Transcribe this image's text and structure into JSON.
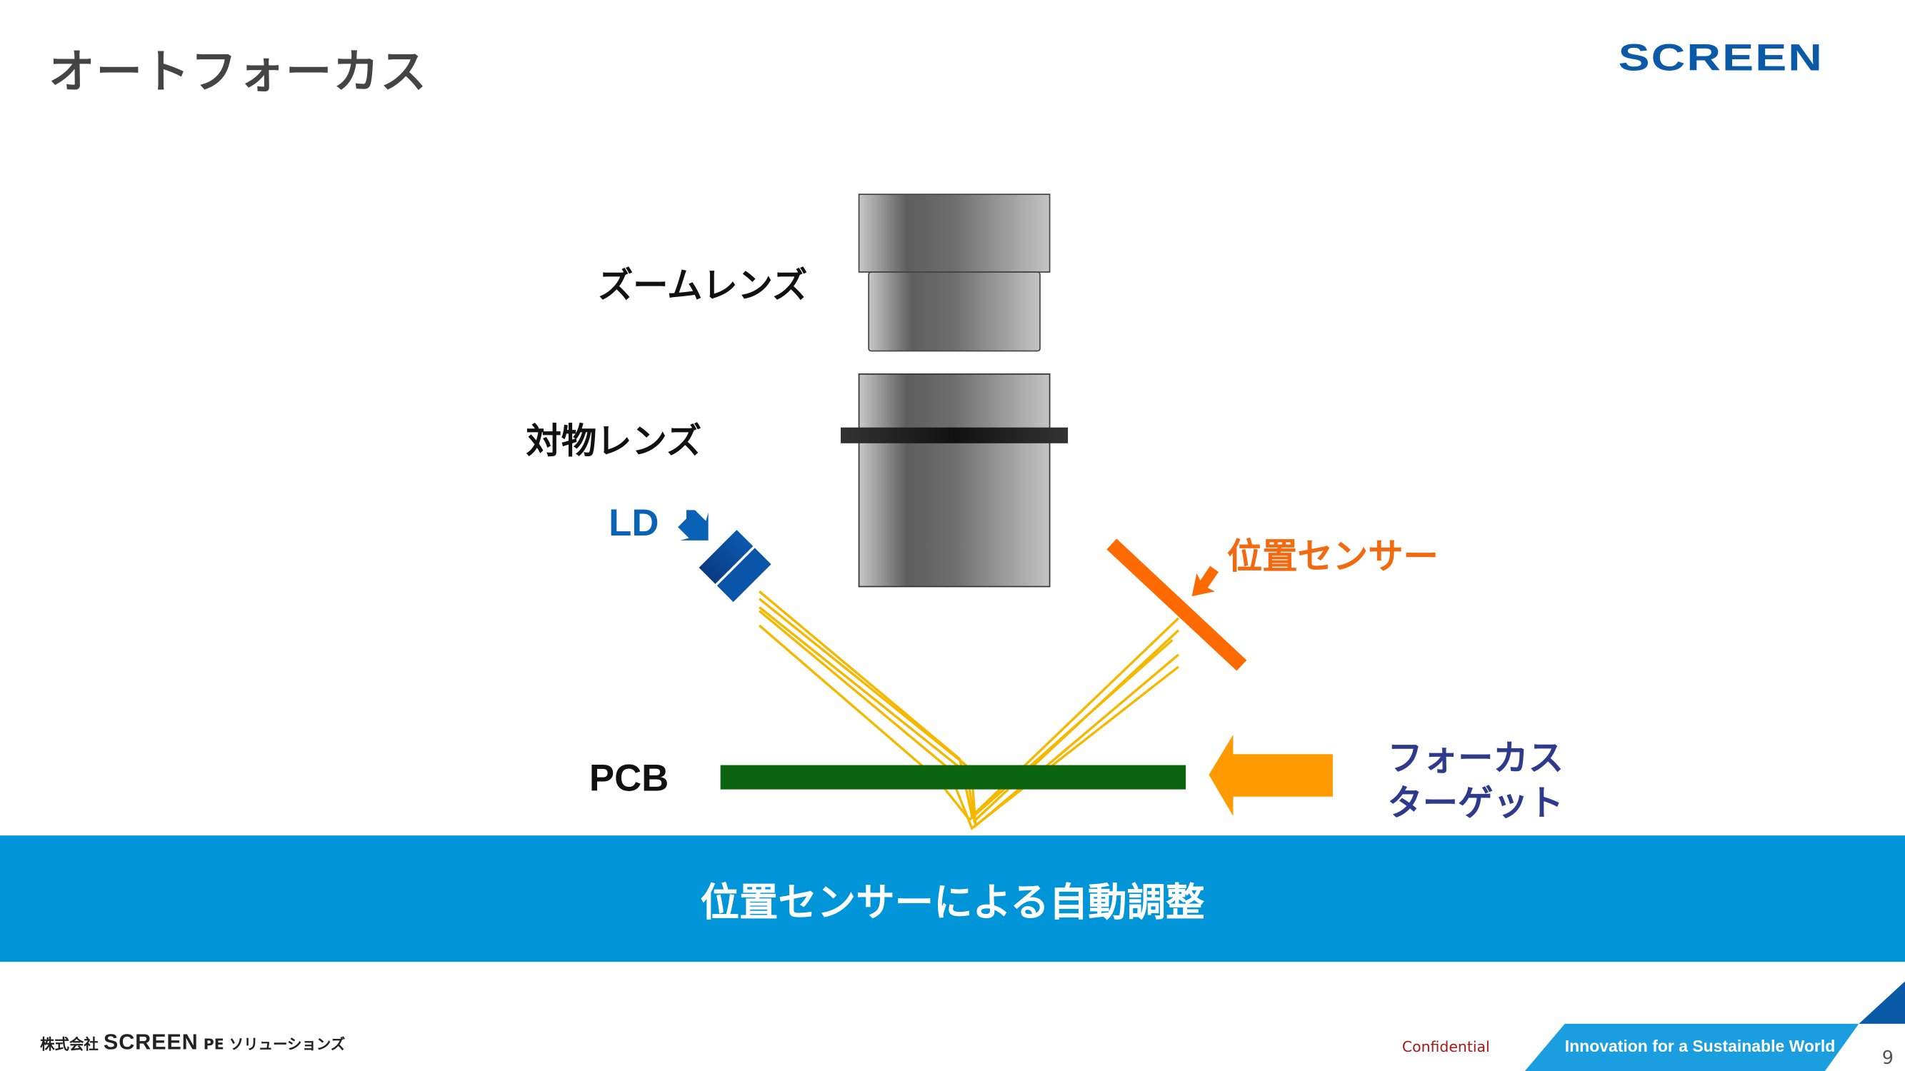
{
  "header": {
    "title": "オートフォーカス",
    "logo": "SCREEN"
  },
  "diagram": {
    "zoom_lens_label": "ズームレンズ",
    "objective_lens_label": "対物レンズ",
    "ld_label": "LD",
    "position_sensor_label": "位置センサー",
    "pcb_label": "PCB",
    "focus_target_label_line1": "フォーカス",
    "focus_target_label_line2": "ターゲット",
    "colors": {
      "ld": "#0a4fa0",
      "sensor": "#ff6a00",
      "pcb": "#0a6410",
      "beam": "#f5b800",
      "target_arrow": "#ff9a00",
      "target_text": "#2e3a8c"
    }
  },
  "banner": {
    "text": "位置センサーによる自動調整",
    "color": "#0095d9"
  },
  "footer": {
    "company_prefix": "株式会社",
    "company_logo": "SCREEN",
    "company_suffix": "PE ソリューションズ",
    "confidential": "Confidential",
    "slogan": "Innovation for a Sustainable World",
    "page_number": "9"
  }
}
